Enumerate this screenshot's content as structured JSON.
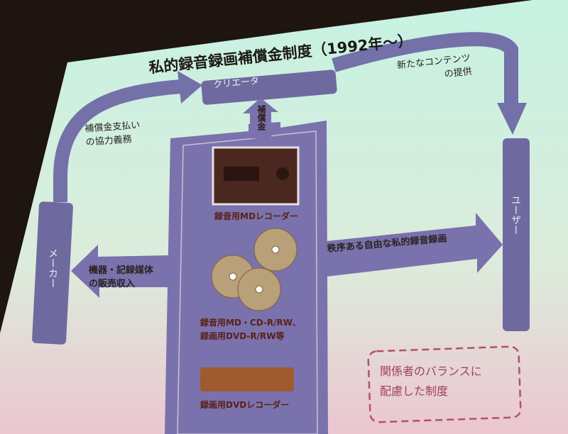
{
  "slide": {
    "title": "私的録音録画補償金制度（1992年～）",
    "creator_label": "クリエータ",
    "compensation_label": "補償金",
    "payment_duty": [
      "補償金支払い",
      "の協力義務"
    ],
    "new_content": [
      "新たなコンテンツ",
      "の提供"
    ],
    "user_label": "ユーザー",
    "maker_label": "メーカー",
    "sales_income": [
      "機器・記録媒体",
      "の販売収入"
    ],
    "orderly_recording": "秩序ある自由な私的録音録画",
    "md_recorder": "録音用MDレコーダー",
    "media": [
      "録音用MD・CD-R/RW、",
      "録画用DVD-R/RW等"
    ],
    "dvd_recorder": "録画用DVDレコーダー",
    "balance_note": [
      "関係者のバランスに",
      "配慮した制度"
    ]
  },
  "colors": {
    "shape": "#7470a8",
    "screen_top": "#c6f2e2",
    "screen_bottom": "#ecc6d0",
    "dashed": "#b05070"
  }
}
